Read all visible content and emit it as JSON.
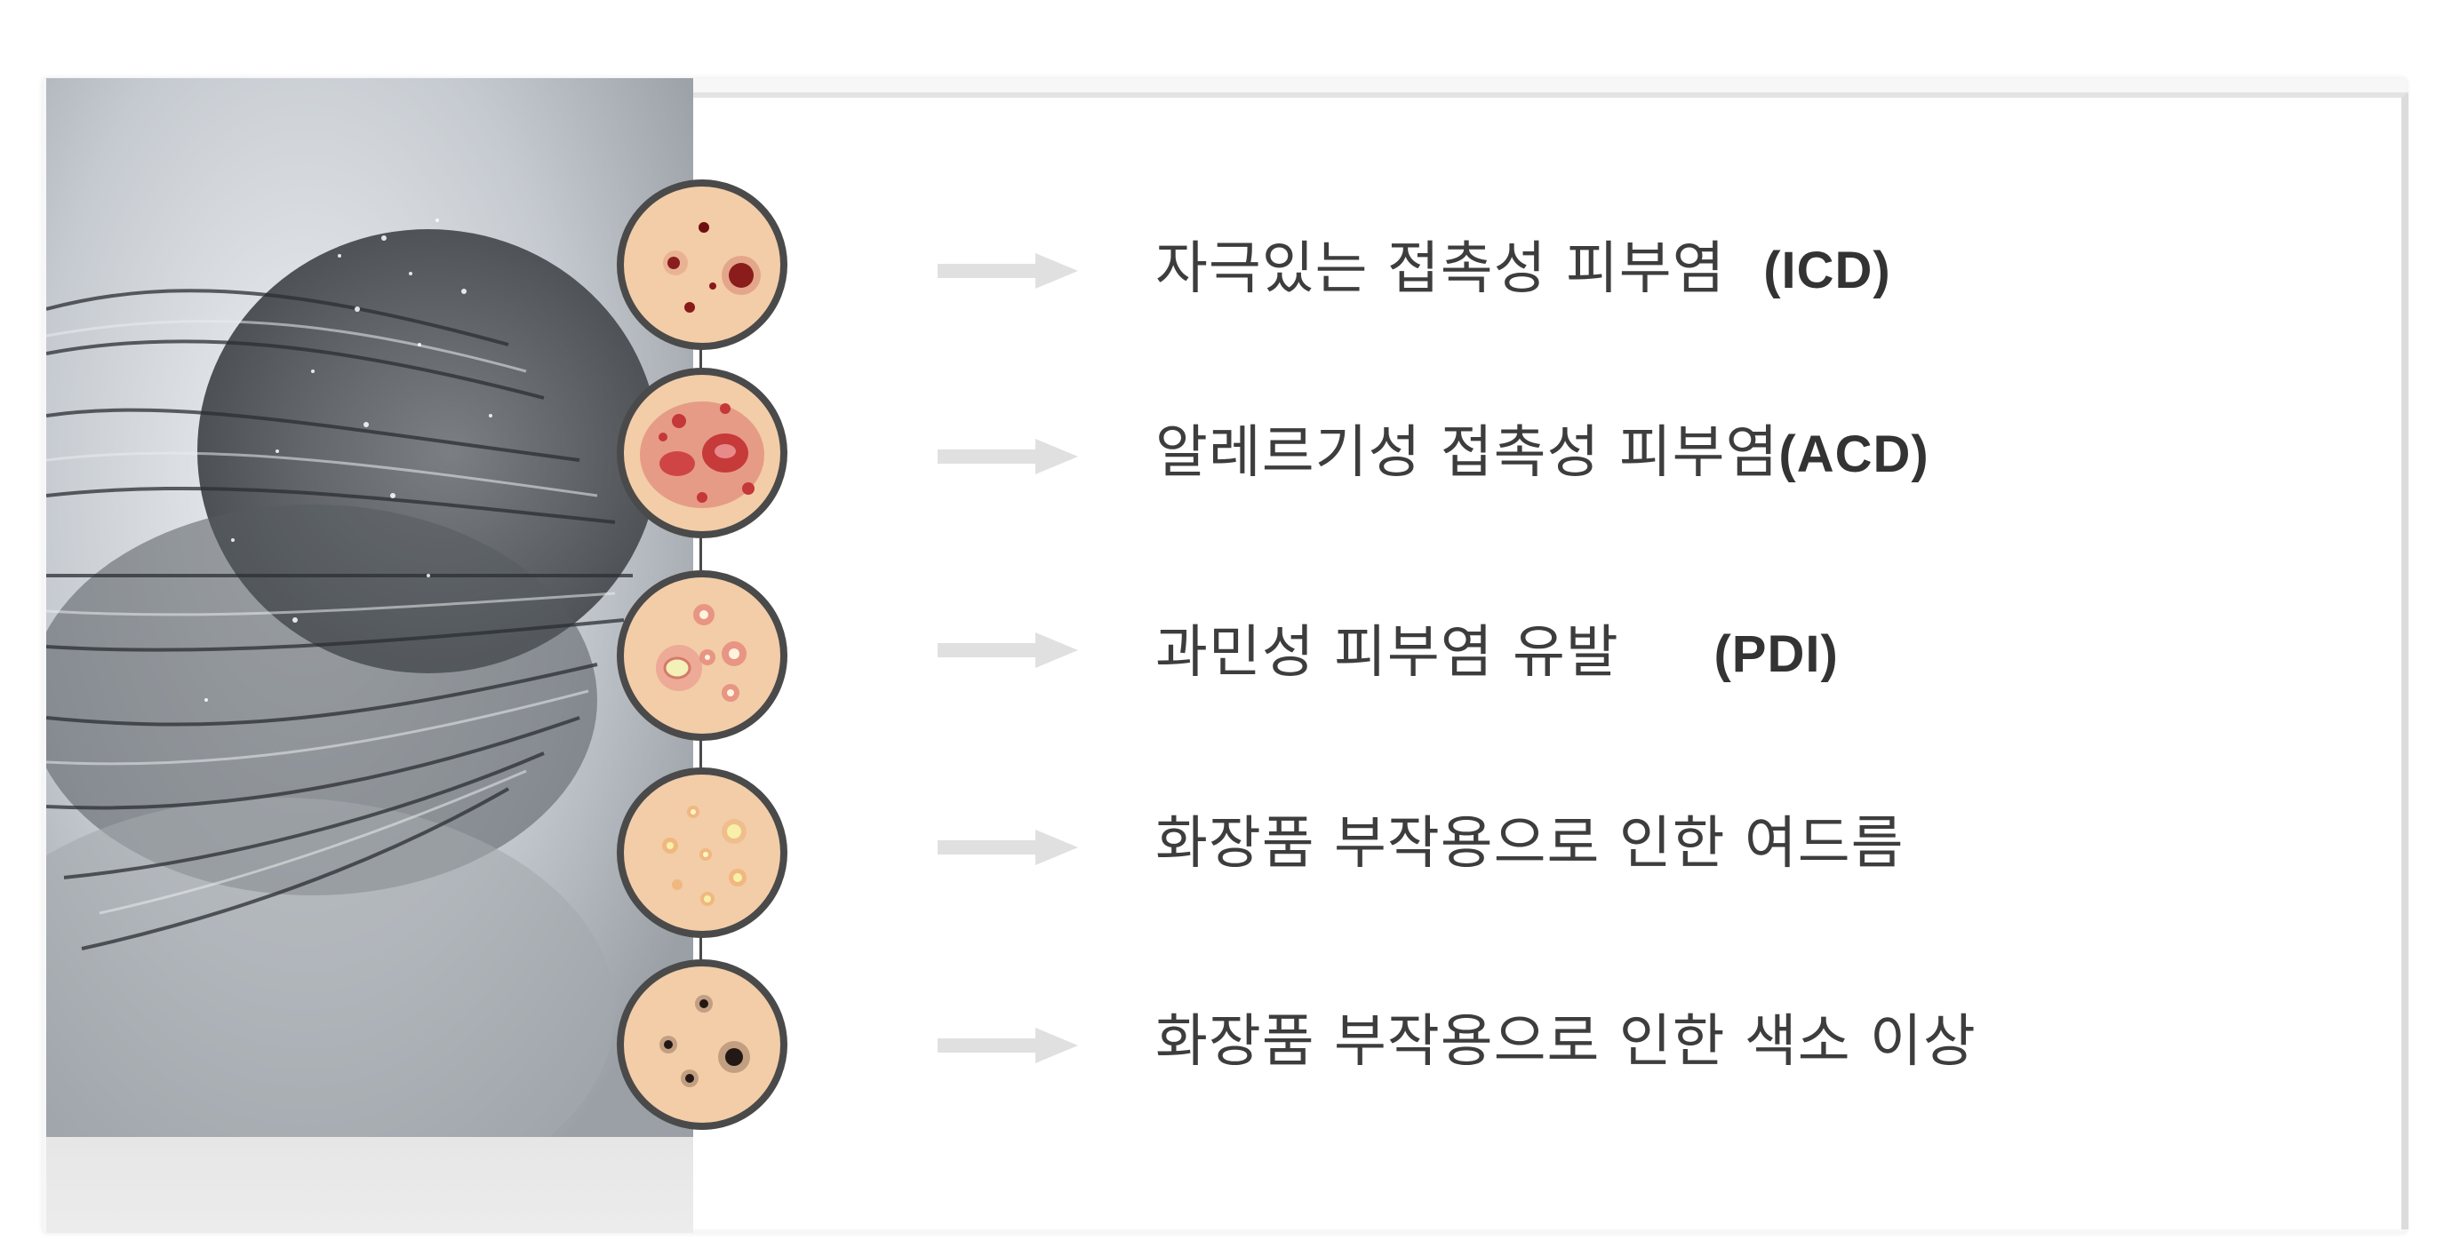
{
  "colors": {
    "skin": "#f2cda8",
    "badge_outline": "#4a4a4a",
    "arrow": "#e0e0e0",
    "text": "#3d3d3d"
  },
  "items": [
    {
      "label": "자극있는 접촉성 피부염",
      "abbr": "(ICD)",
      "badge_icon": "dark-red-spots-icon"
    },
    {
      "label": "알레르기성 접촉성 피부염",
      "abbr": "(ACD)",
      "badge_icon": "red-inflamed-patches-icon"
    },
    {
      "label": "과민성 피부염 유발",
      "abbr": "(PDI)",
      "badge_icon": "pustules-icon"
    },
    {
      "label": "화장품 부작용으로 인한 여드름",
      "abbr": "",
      "badge_icon": "yellow-acne-spots-icon"
    },
    {
      "label": "화장품 부작용으로 인한 색소 이상",
      "abbr": "",
      "badge_icon": "dark-pigment-spots-icon"
    }
  ]
}
